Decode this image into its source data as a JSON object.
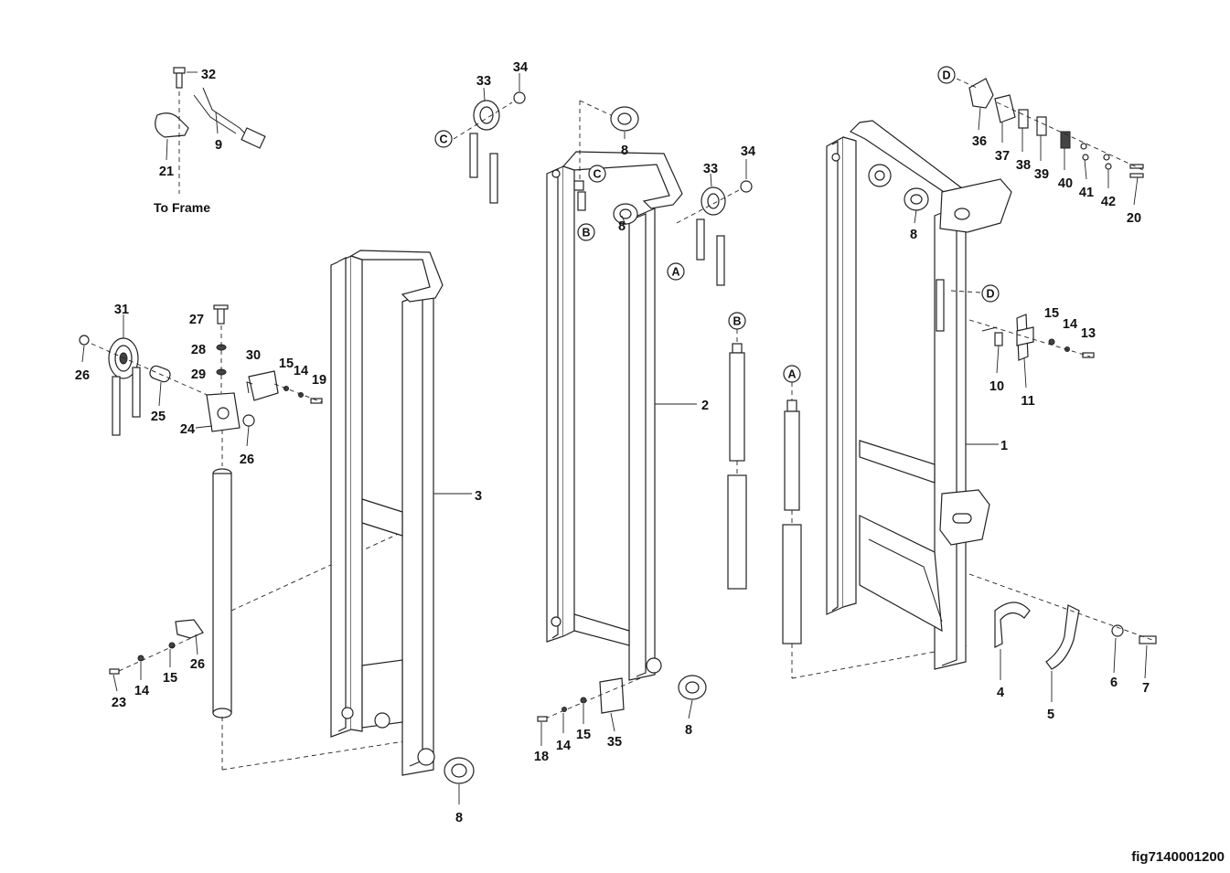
{
  "figure_id": "fig7140001200",
  "note_to_frame": "To Frame",
  "callouts": {
    "A": "A",
    "B": "B",
    "C": "C",
    "D": "D"
  },
  "parts": {
    "p1": "1",
    "p2": "2",
    "p3": "3",
    "p4": "4",
    "p5": "5",
    "p6": "6",
    "p7": "7",
    "p8": "8",
    "p9": "9",
    "p10": "10",
    "p11": "11",
    "p13": "13",
    "p14": "14",
    "p15": "15",
    "p18": "18",
    "p19": "19",
    "p20": "20",
    "p21": "21",
    "p23": "23",
    "p24": "24",
    "p25": "25",
    "p26": "26",
    "p27": "27",
    "p28": "28",
    "p29": "29",
    "p30": "30",
    "p31": "31",
    "p32": "32",
    "p33": "33",
    "p34": "34",
    "p35": "35",
    "p36": "36",
    "p37": "37",
    "p38": "38",
    "p39": "39",
    "p40": "40",
    "p41": "41",
    "p42": "42"
  }
}
